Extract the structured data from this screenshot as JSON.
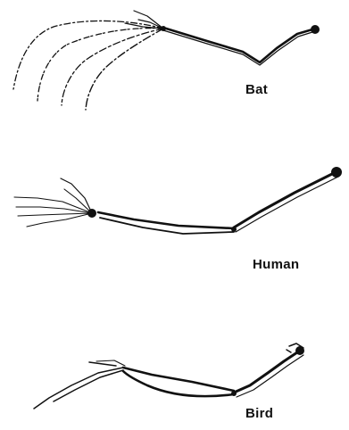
{
  "labels": {
    "bat": "Bat",
    "human": "Human",
    "bird": "Bird"
  },
  "colors": {
    "ink": "#111111",
    "background": "#ffffff"
  }
}
